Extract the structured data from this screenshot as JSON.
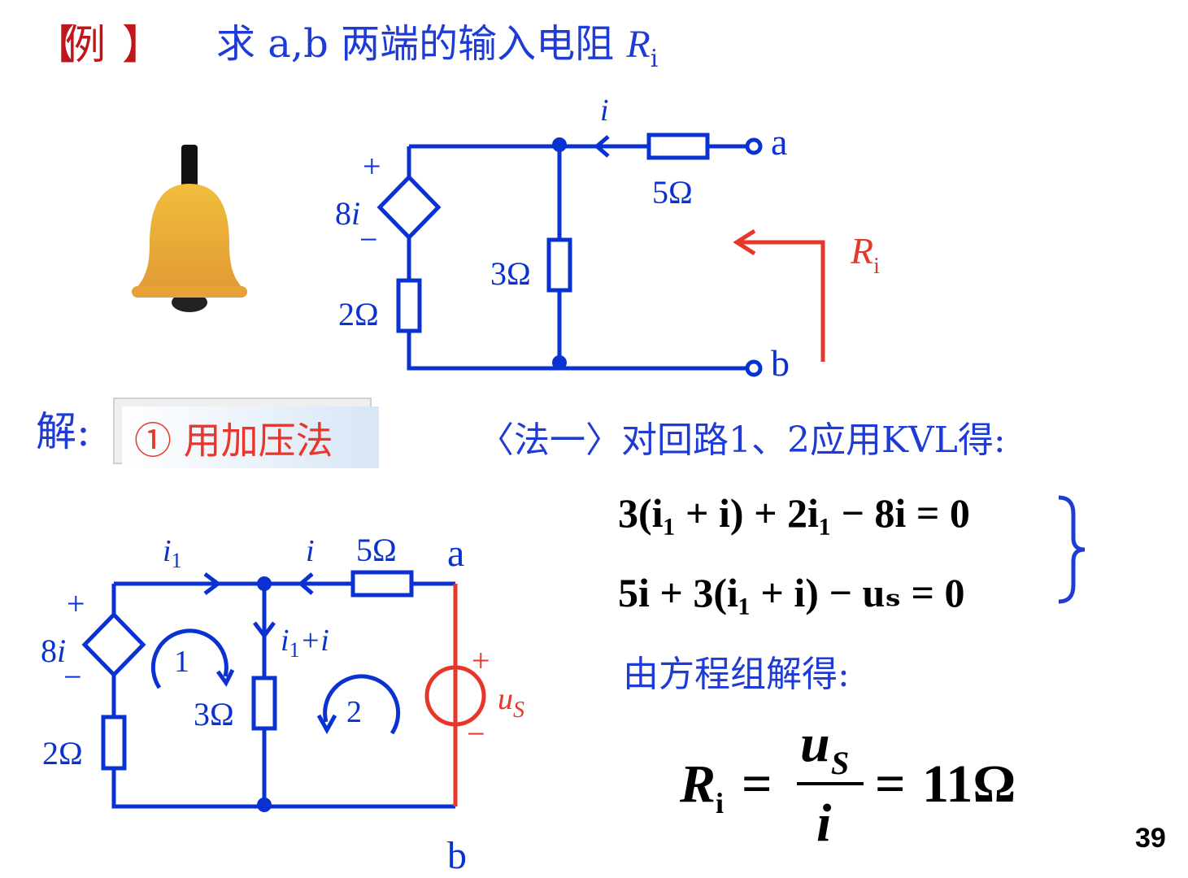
{
  "header": {
    "bracket_open": "【",
    "bracket_label": "例",
    "bracket_close": "】",
    "title_text": "求 a,b 两端的输入电阻 ",
    "title_symbol": "R",
    "title_sub": "i"
  },
  "circuit_top": {
    "current": "i",
    "r5": "5Ω",
    "r3": "3Ω",
    "r2": "2Ω",
    "source_plus": "+",
    "source_minus": "−",
    "source_coef": "8",
    "source_var": "i",
    "terminal_a": "a",
    "terminal_b": "b",
    "ri_symbol": "R",
    "ri_sub": "i"
  },
  "solution": {
    "label": "解:",
    "method_label": "① 用加压法",
    "method_desc": "〈法一〉对回路1、2应用KVL得:",
    "result_intro": "由方程组解得:"
  },
  "circuit_bottom": {
    "i1": "i",
    "i1_sub": "1",
    "i": "i",
    "r5": "5Ω",
    "r3": "3Ω",
    "r2": "2Ω",
    "branch_i": "i",
    "branch_sub": "1",
    "branch_plus_i": "+i",
    "source_plus": "+",
    "source_minus": "−",
    "source_coef": "8",
    "source_var": "i",
    "loop1": "1",
    "loop2": "2",
    "us_plus": "+",
    "us_minus": "−",
    "us_var": "u",
    "us_sub": "S",
    "terminal_a": "a",
    "terminal_b": "b"
  },
  "equations": {
    "eq1": "3(i₁ + i) + 2i₁ − 8i = 0",
    "eq2": "5i + 3(i₁ + i) − uₛ = 0",
    "result_lhs": "R",
    "result_lhs_sub": "i",
    "result_eq": "=",
    "result_num": "u",
    "result_num_sub": "S",
    "result_den": "i",
    "result_eq2": "=",
    "result_value": "11Ω"
  },
  "page_number": "39",
  "colors": {
    "circuit_blue": "#0a32d2",
    "text_blue": "#1f3bd6",
    "red": "#e8362a",
    "bracket_red": "#c0151a",
    "black": "#000000",
    "bell_gold": "#e8a638",
    "method_bg": "#dbe8f7"
  },
  "icons": {
    "bell": "bell-icon"
  }
}
